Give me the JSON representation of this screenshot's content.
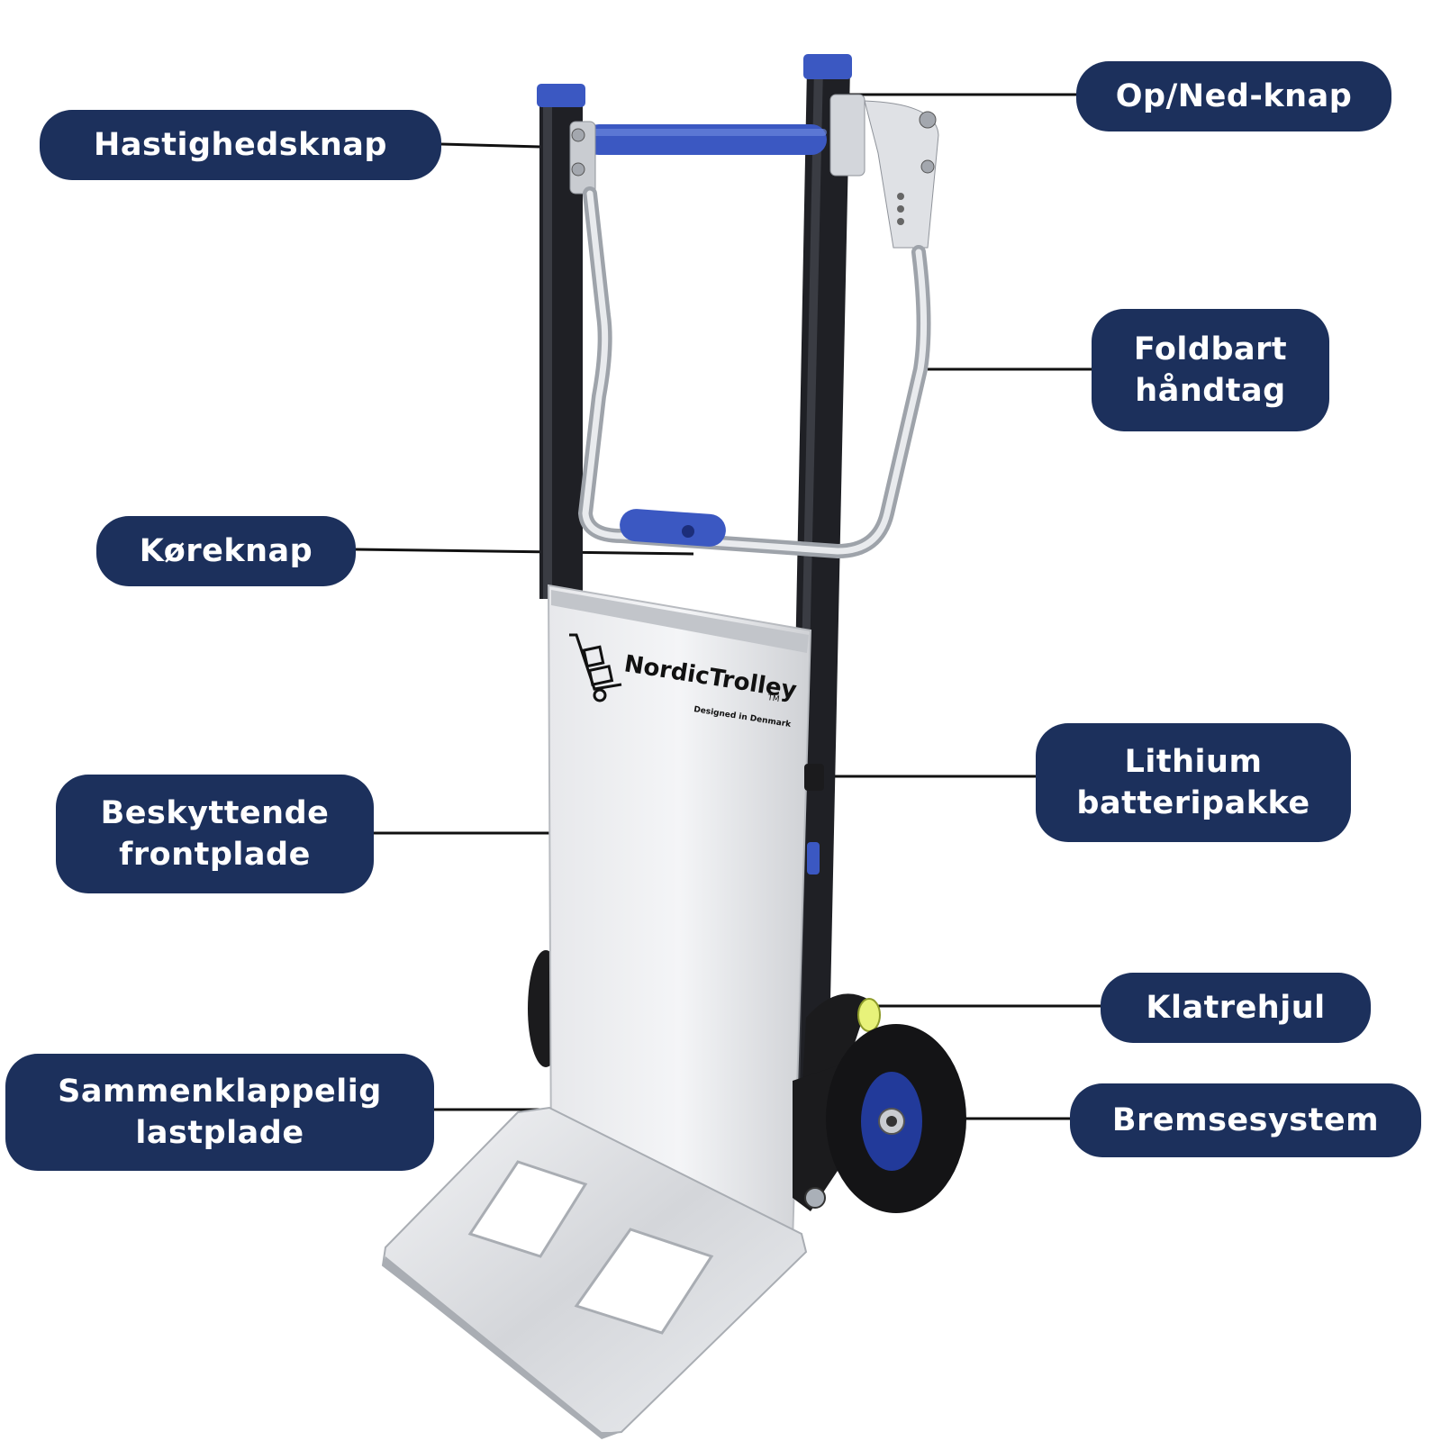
{
  "colors": {
    "label_bg": "#1c305c",
    "label_text": "#ffffff",
    "accent_blue": "#3b58c2",
    "frame_dark": "#1e1f24",
    "aluminium": "#d9dbdf"
  },
  "labels": {
    "op_ned_knap": "Op/Ned-knap",
    "hastighedsknap": "Hastighedsknap",
    "foldbart_line1": "Foldbart",
    "foldbart_line2": "håndtag",
    "koereknap": "Køreknap",
    "lithium_line1": "Lithium",
    "lithium_line2": "batteripakke",
    "beskyttende_line1": "Beskyttende",
    "beskyttende_line2": "frontplade",
    "klatrehjul": "Klatrehjul",
    "bremsesystem": "Bremsesystem",
    "sammenklappelig_line1": "Sammenklappelig",
    "sammenklappelig_line2": "lastplade"
  },
  "product": {
    "brand": "NordicTrolley",
    "trademark": "TM",
    "tagline": "Designed in Denmark"
  }
}
